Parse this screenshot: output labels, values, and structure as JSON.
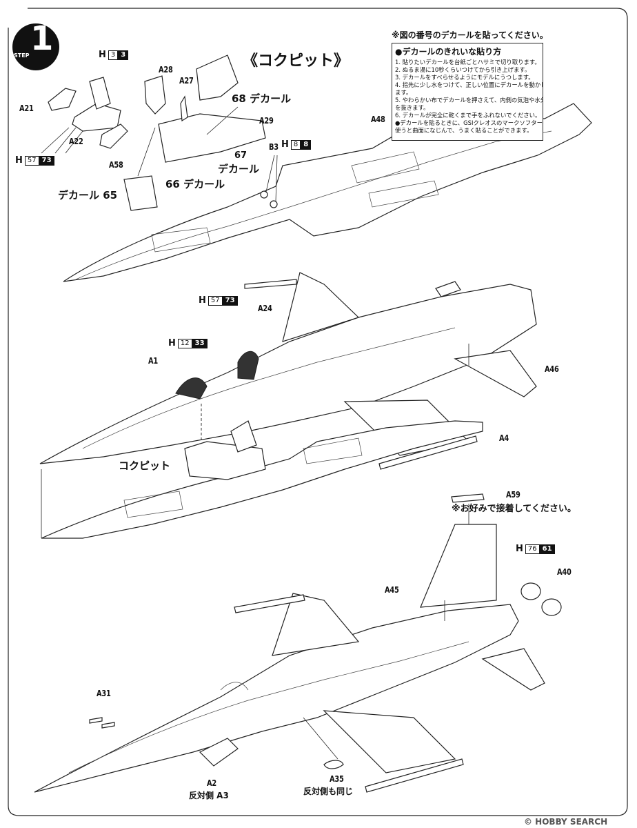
{
  "step": {
    "label": "STEP",
    "number": "1"
  },
  "title": "《コクピット》",
  "instructions": {
    "top_note": "※図の番号のデカールを貼ってください。",
    "box_title": "●デカールのきれいな貼り方",
    "lines": [
      "1. 貼りたいデカールを台紙ごとハサミで切り取ります。",
      "2. ぬるま湯に10秒くらいつけてから引き上げます。",
      "3. デカールをすべらせるようにモデルにうつします。",
      "4. 指先に少し水をつけて、正しい位置にデカールを動かし",
      "   ます。",
      "5. やわらかい布でデカールを押さえて、内側の気泡や水分",
      "   を抜きます。",
      "6. デカールが完全に乾くまで手をふれないでください。",
      "●デカールを貼るときに、GSIクレオスのマークソフターを",
      "   使うと曲面になじんで、うまく貼ることができます。"
    ]
  },
  "hcodes": {
    "h3": {
      "prefix": "H",
      "a": "3",
      "b": "3"
    },
    "h57a": {
      "prefix": "H",
      "a": "57",
      "b": "73"
    },
    "h8": {
      "prefix": "H",
      "a": "8",
      "b": "8"
    },
    "h57b": {
      "prefix": "H",
      "a": "57",
      "b": "73"
    },
    "h12": {
      "prefix": "H",
      "a": "12",
      "b": "33"
    },
    "h76": {
      "prefix": "H",
      "a": "76",
      "b": "61"
    }
  },
  "labels": {
    "a21": "A21",
    "a22": "A22",
    "a58": "A58",
    "a28": "A28",
    "a27": "A27",
    "a29": "A29",
    "a48": "A48",
    "b3": "B3",
    "a24": "A24",
    "a1": "A1",
    "a46": "A46",
    "a4": "A4",
    "a59": "A59",
    "a45": "A45",
    "a40": "A40",
    "a31": "A31",
    "a2": "A2",
    "a35": "A35",
    "decal68": "68 デカール",
    "decal67a": "67",
    "decal67b": "デカール",
    "decal66": "66 デカール",
    "decal65": "デカール 65",
    "cockpit": "コクピット",
    "a59_note": "※お好みで接着してください。",
    "a2_opp": "反対側 A3",
    "a35_opp": "反対側も同じ"
  },
  "watermark": "© HOBBY SEARCH"
}
